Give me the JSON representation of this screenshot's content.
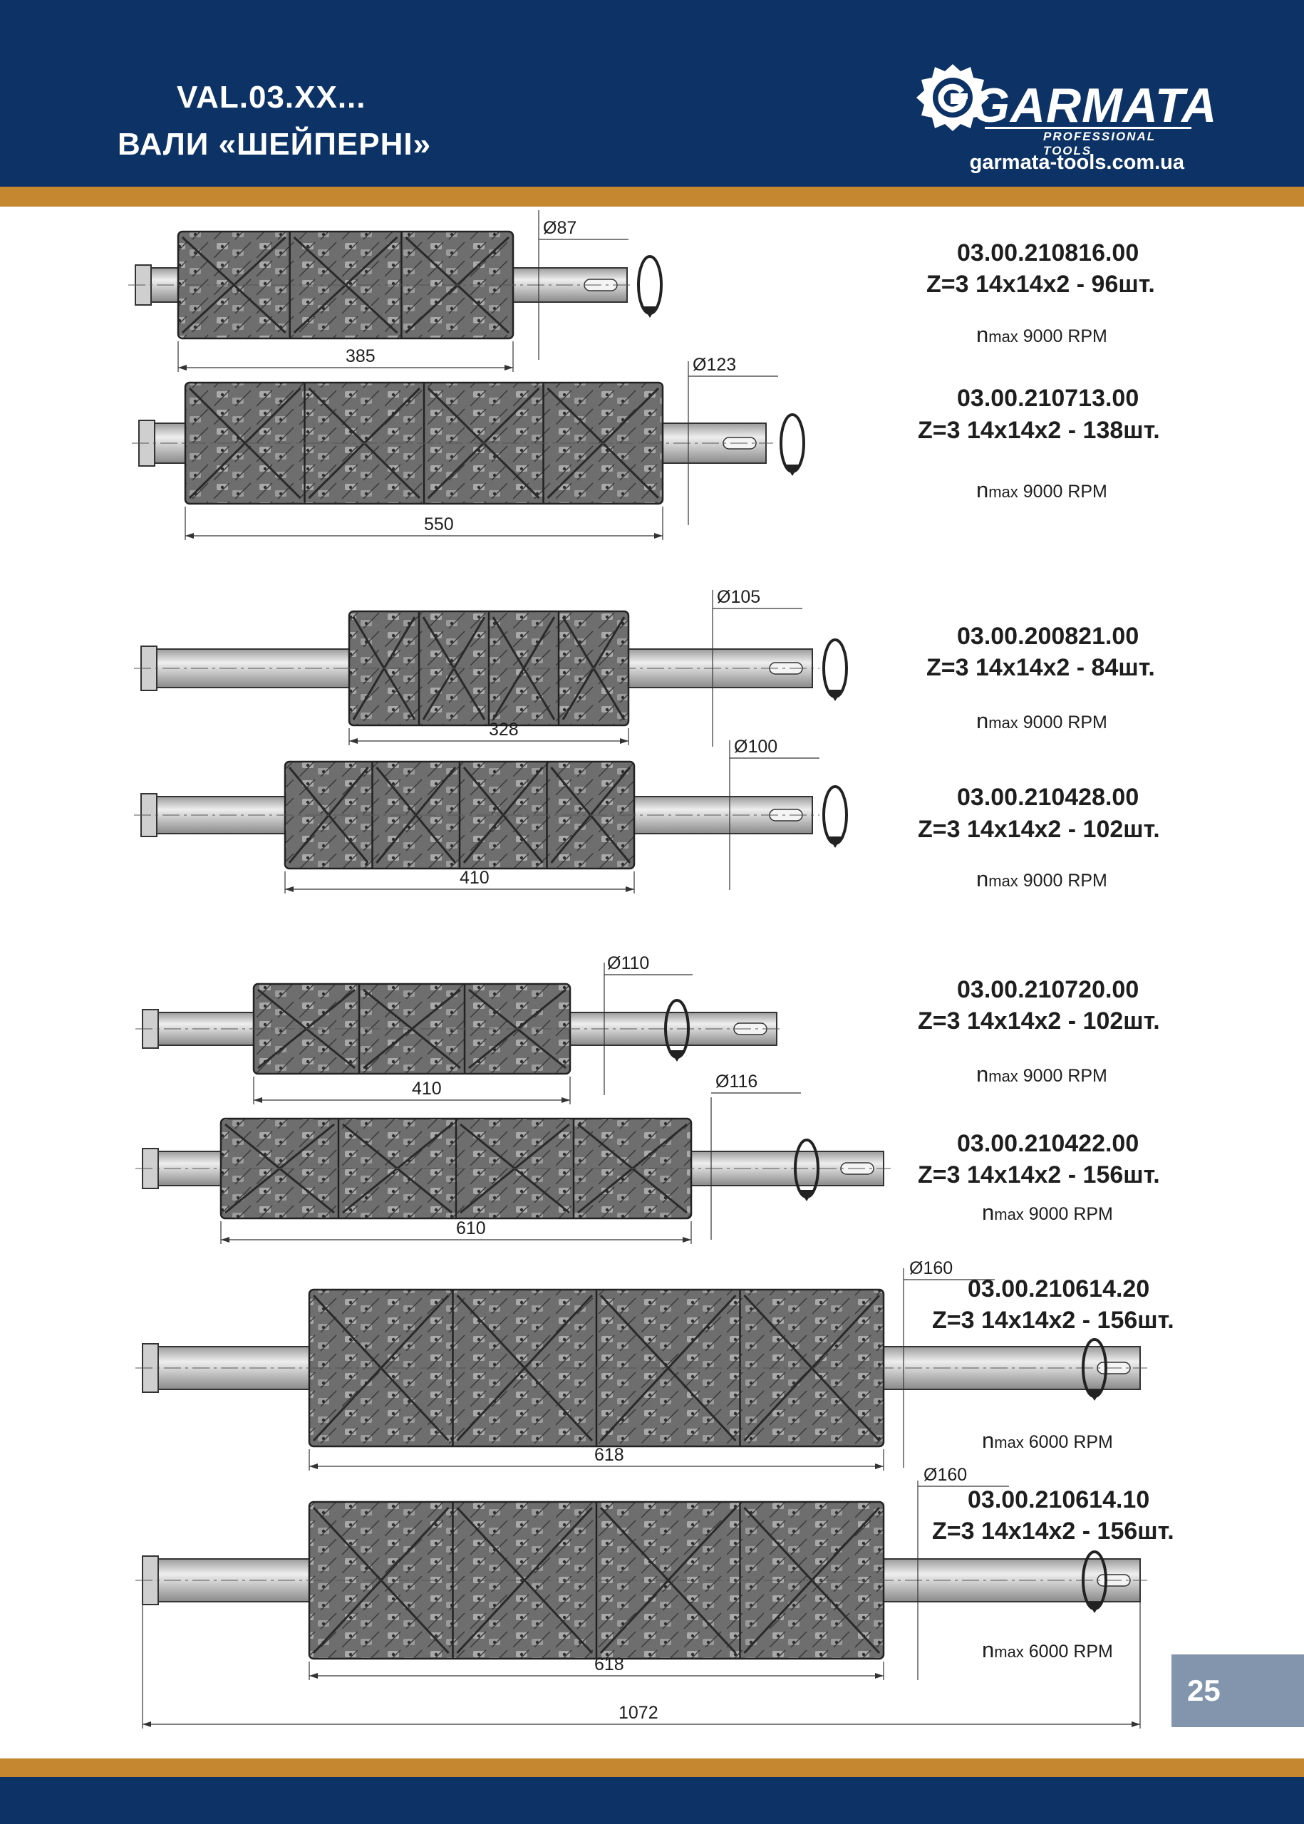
{
  "header": {
    "title_line1": "VAL.03.XX...",
    "title_line2": "ВАЛИ «ШЕЙПЕРНІ»",
    "brand": "GARMATA",
    "brand_sub": "PROFESSIONAL TOOLS",
    "website": "garmata-tools.com.ua"
  },
  "page_number": "25",
  "rpm_label_n": "n",
  "rpm_label_max": "max",
  "products": [
    {
      "code": "03.00.210816.00",
      "spec": "Z=3  14x14x2 - 96шт.",
      "rpm": "9000 RPM",
      "length": "385",
      "diameter": "Ø87"
    },
    {
      "code": "03.00.210713.00",
      "spec": "Z=3  14x14x2 - 138шт.",
      "rpm": "9000 RPM",
      "length": "550",
      "diameter": "Ø123"
    },
    {
      "code": "03.00.200821.00",
      "spec": "Z=3  14x14x2 - 84шт.",
      "rpm": "9000 RPM",
      "length": "328",
      "diameter": "Ø105"
    },
    {
      "code": "03.00.210428.00",
      "spec": "Z=3  14x14x2 - 102шт.",
      "rpm": "9000 RPM",
      "length": "410",
      "diameter": "Ø100"
    },
    {
      "code": "03.00.210720.00",
      "spec": "Z=3  14x14x2 - 102шт.",
      "rpm": "9000 RPM",
      "length": "410",
      "diameter": "Ø110"
    },
    {
      "code": "03.00.210422.00",
      "spec": "Z=3  14x14x2 - 156шт.",
      "rpm": "9000 RPM",
      "length": "610",
      "diameter": "Ø116"
    },
    {
      "code": "03.00.210614.20",
      "spec": "Z=3  14x14x2 - 156шт.",
      "rpm": "6000 RPM",
      "length": "618",
      "diameter": "Ø160"
    },
    {
      "code": "03.00.210614.10",
      "spec": "Z=3  14x14x2 - 156шт.",
      "rpm": "6000 RPM",
      "length": "618",
      "diameter": "Ø160",
      "total_length": "1072"
    }
  ]
}
